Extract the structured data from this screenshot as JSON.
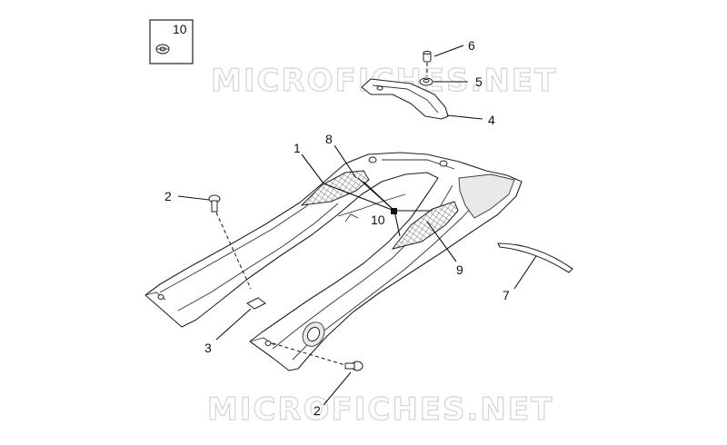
{
  "watermarks": [
    "MICROFICHES.NET",
    "MICROFICHES.NET"
  ],
  "inset_label": "10",
  "callouts": {
    "c1": "1",
    "c2a": "2",
    "c2b": "2",
    "c3": "3",
    "c4": "4",
    "c5": "5",
    "c6": "6",
    "c7": "7",
    "c8": "8",
    "c9": "9",
    "c10": "10"
  },
  "icons": {
    "inset": "nut-clip-icon",
    "bolt": "screw-icon"
  },
  "colors": {
    "line": "#222222",
    "watermark": "#d4d4d4",
    "background": "#ffffff"
  }
}
